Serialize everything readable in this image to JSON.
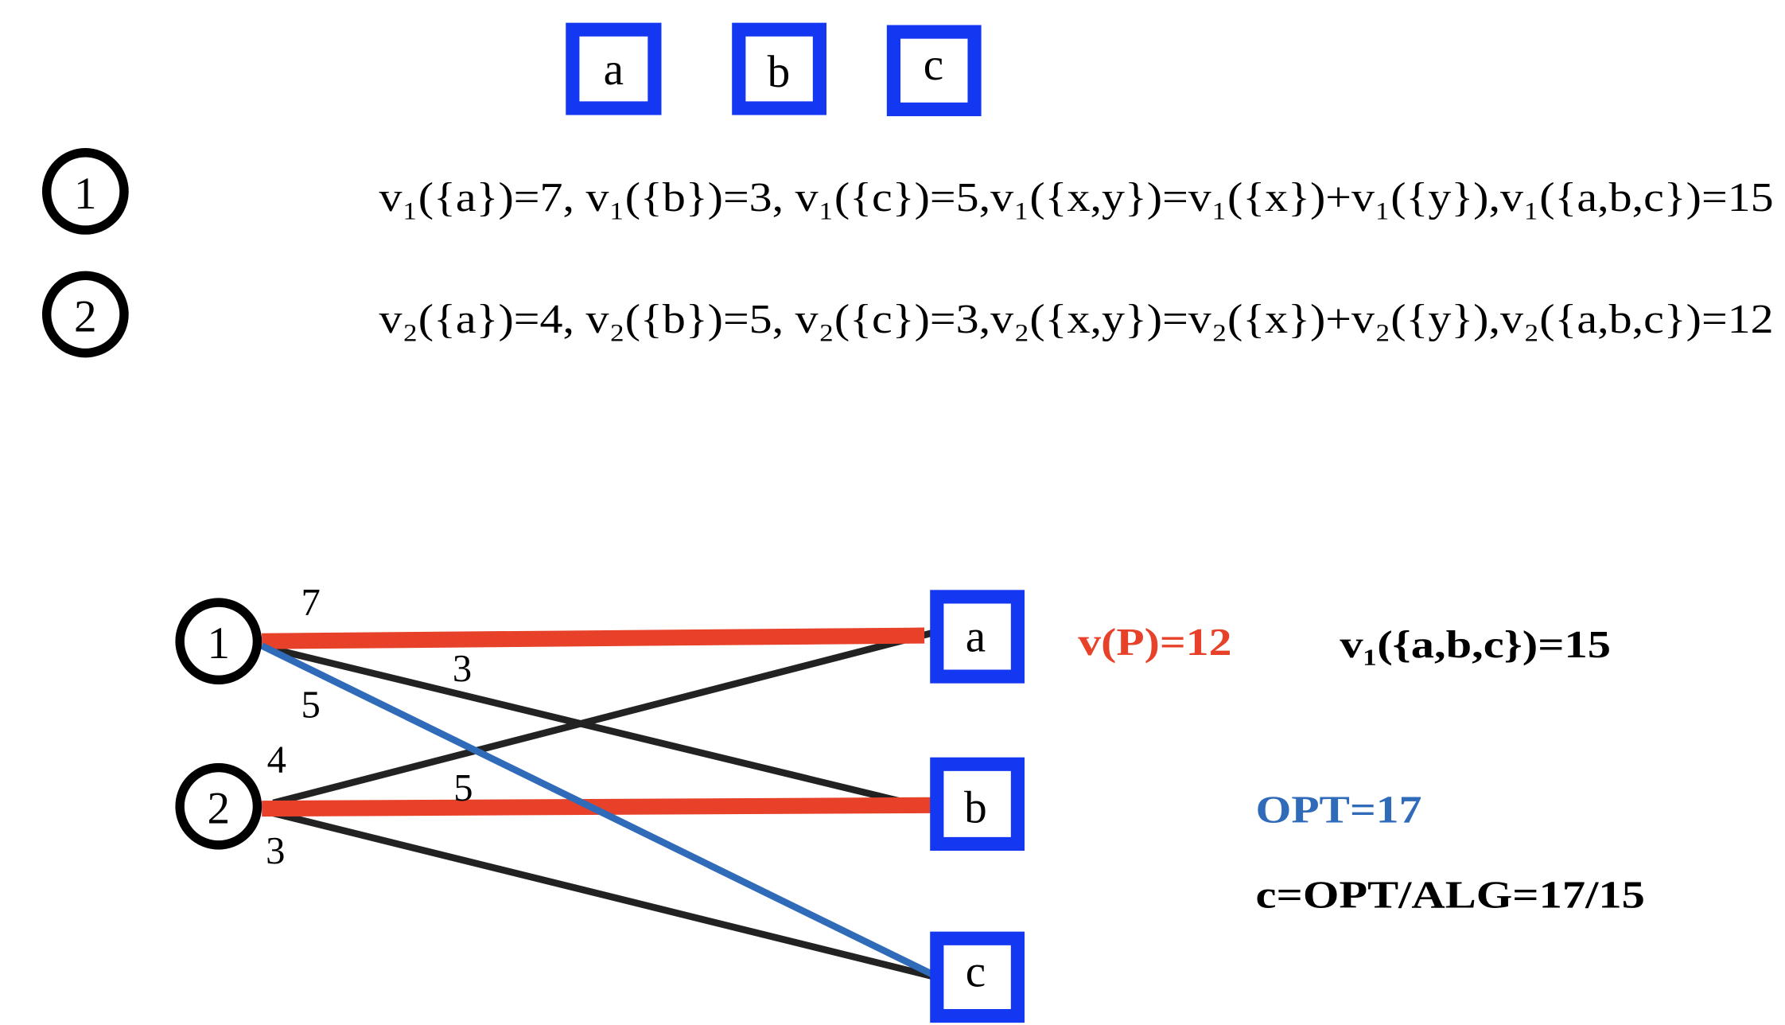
{
  "colors": {
    "box_blue": "#1438F2",
    "matching_red": "#E8412A",
    "opt_blue": "#2F6BB8",
    "edge_black": "#222222"
  },
  "items": {
    "a": "a",
    "b": "b",
    "c": "c"
  },
  "bidders": {
    "one": "1",
    "two": "2"
  },
  "valuations": {
    "bidder1": "v₁({a})=7, v₁({b})=3, v₁({c})=5,v₁({x,y})=v₁({x})+v₁({y}),v₁({a,b,c})=15",
    "bidder2": "v₂({a})=4, v₂({b})=5, v₂({c})=3,v₂({x,y})=v₂({x})+v₂({y}),v₂({a,b,c})=12"
  },
  "graph": {
    "edge_labels": {
      "w1a": "7",
      "w1b": "3",
      "w1c": "5",
      "w2a": "4",
      "w2b": "5",
      "w2c": "3"
    },
    "annotations": {
      "vp": "v(P)=12",
      "v1_all": "v₁({a,b,c})=15",
      "opt": "OPT=17",
      "ratio": "c=OPT/ALG=17/15"
    }
  }
}
